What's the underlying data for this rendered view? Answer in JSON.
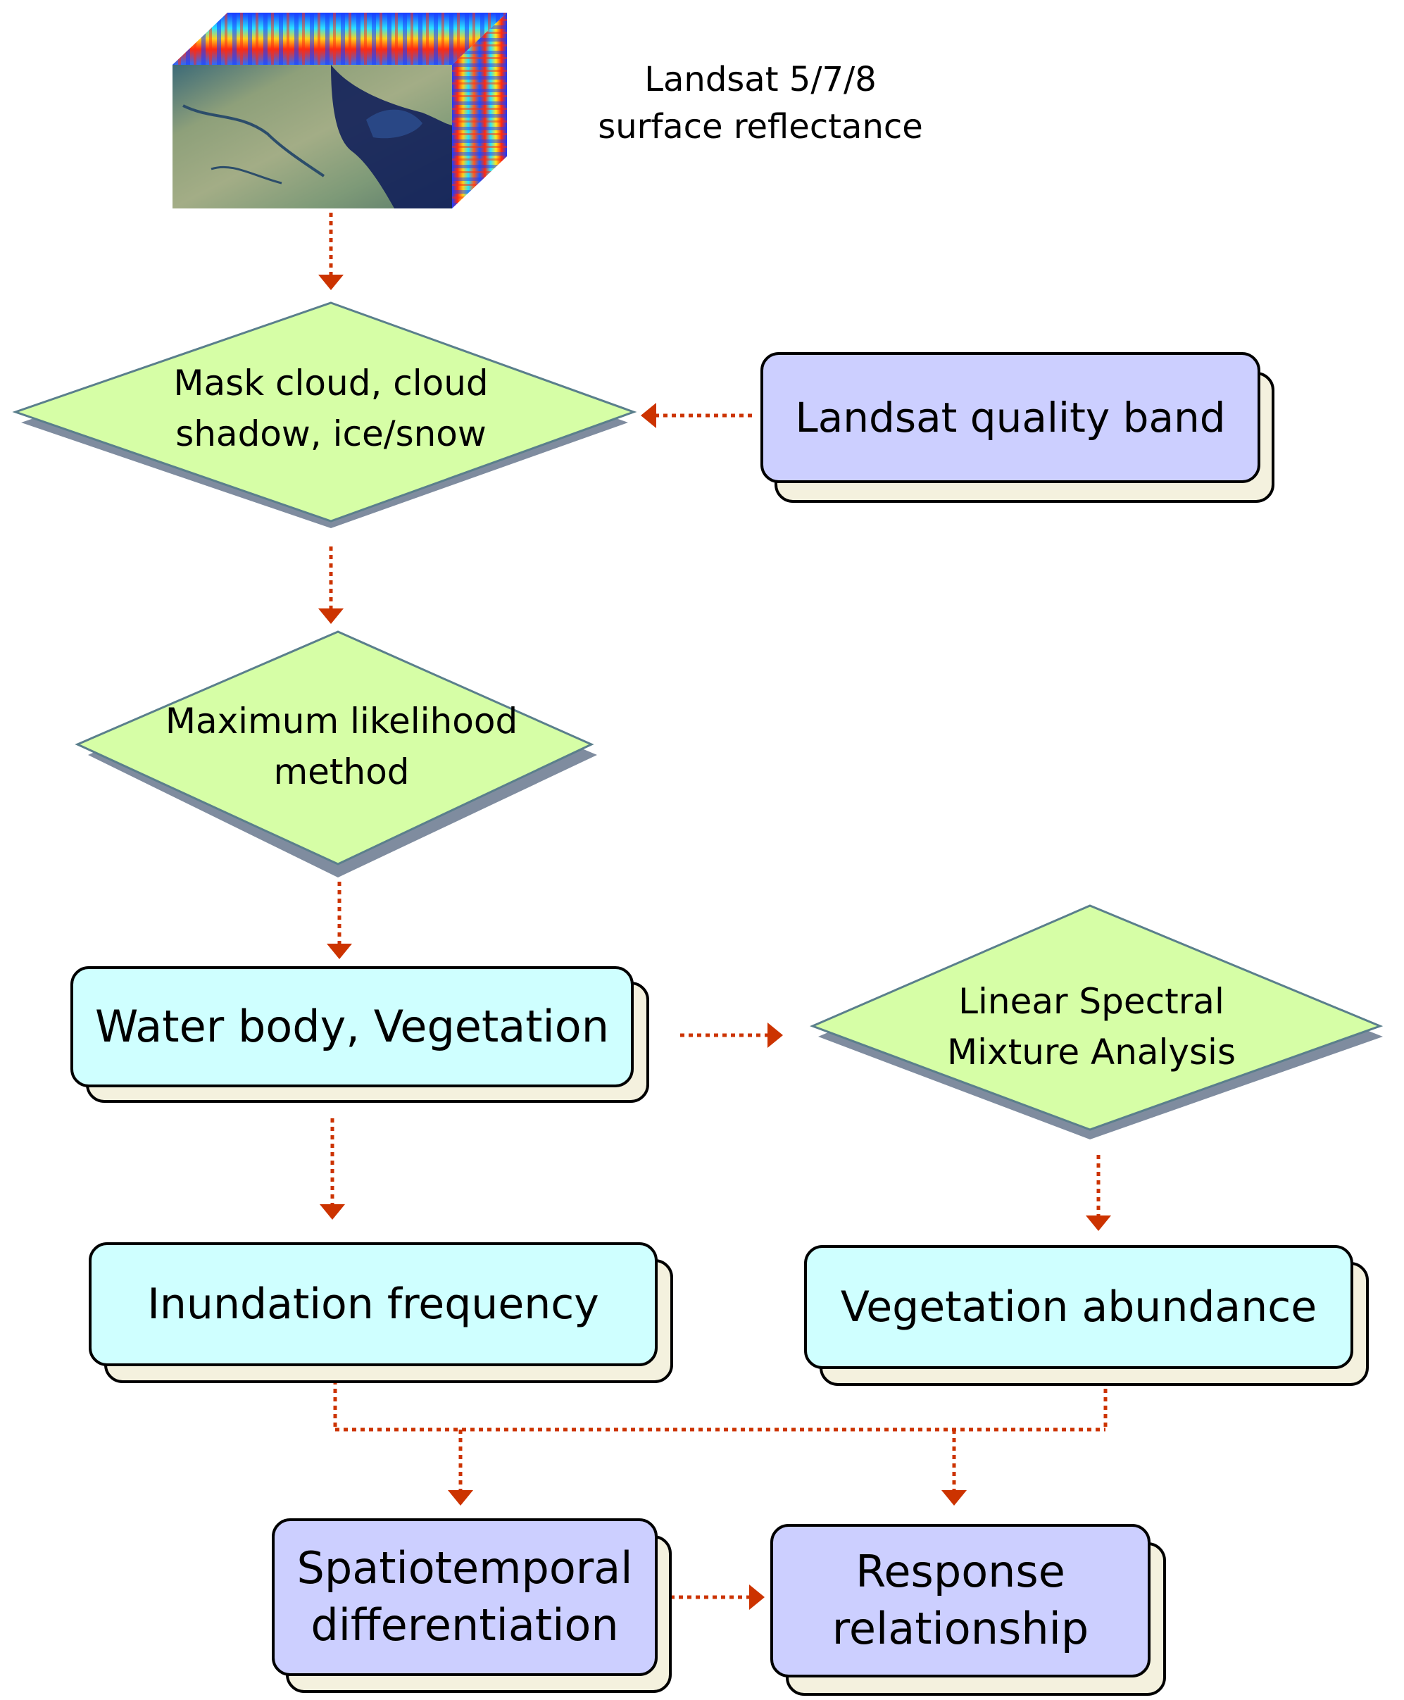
{
  "source": {
    "line1": "Landsat 5/7/8",
    "line2": "surface reflectance"
  },
  "nodes": {
    "mask": {
      "line1": "Mask cloud, cloud",
      "line2": "shadow, ice/snow"
    },
    "quality": {
      "label": "Landsat quality band"
    },
    "mlm": {
      "line1": "Maximum likelihood",
      "line2": "method"
    },
    "water_veg": {
      "label": "Water body, Vegetation"
    },
    "lsma": {
      "line1": "Linear Spectral",
      "line2": "Mixture Analysis"
    },
    "inundation": {
      "label": "Inundation frequency"
    },
    "veg_abundance": {
      "label": "Vegetation abundance"
    },
    "spatiotemporal": {
      "line1": "Spatiotemporal",
      "line2": "differentiation"
    },
    "response": {
      "line1": "Response",
      "line2": "relationship"
    }
  },
  "colors": {
    "diamond_fill": "#d6fea6",
    "diamond_shadow": "#7f8c9f",
    "box_cyan": "#cfffff",
    "box_lavender": "#cccfff",
    "box_shadow": "#f4f1de",
    "arrow": "#cc3300"
  }
}
